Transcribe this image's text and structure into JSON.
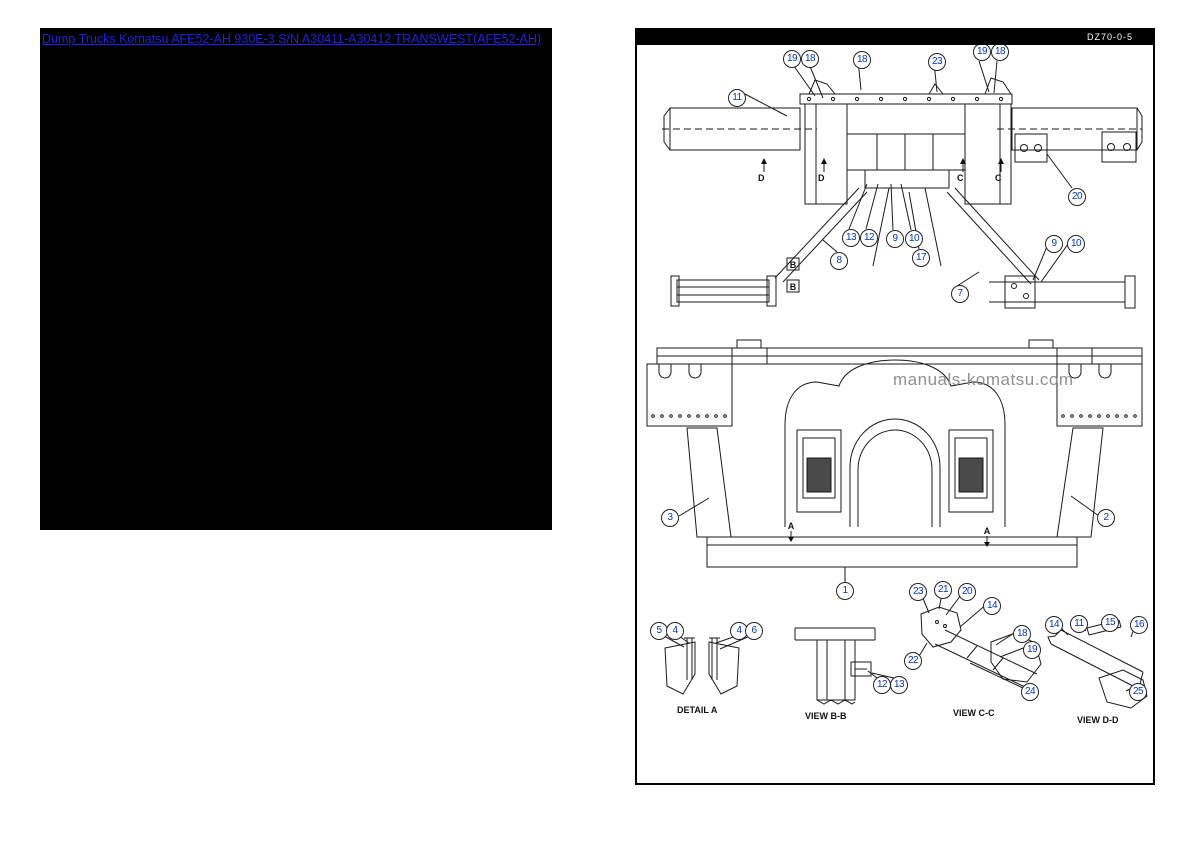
{
  "left_panel": {
    "link_text": "Dump Trucks Komatsu AFE52-AH 930E-3 S/N A30411-A30412 TRANSWEST(AFE52-AH)"
  },
  "diagram_panel": {
    "header_code": "DZ70-0-5",
    "watermark": "manuals-komatsu.com",
    "view_labels": {
      "detail_a": "DETAIL A",
      "view_bb": "VIEW B-B",
      "view_cc": "VIEW C-C",
      "view_dd": "VIEW D-D"
    },
    "section_letters": {
      "a": "A",
      "b": "B",
      "c": "C",
      "d": "D"
    },
    "callouts": [
      "19",
      "18",
      "18",
      "23",
      "19",
      "18",
      "11",
      "20",
      "13",
      "12",
      "9",
      "10",
      "17",
      "8",
      "9",
      "10",
      "7",
      "3",
      "2",
      "1",
      "5",
      "4",
      "4",
      "6",
      "12",
      "13",
      "23",
      "21",
      "20",
      "14",
      "18",
      "19",
      "22",
      "24",
      "14",
      "11",
      "15",
      "16",
      "25"
    ]
  },
  "colors": {
    "link_blue": "#2121de",
    "callout_blue": "#0033cc",
    "line_black": "#1a1a1a",
    "watermark_gray": "#8f8f8f"
  }
}
